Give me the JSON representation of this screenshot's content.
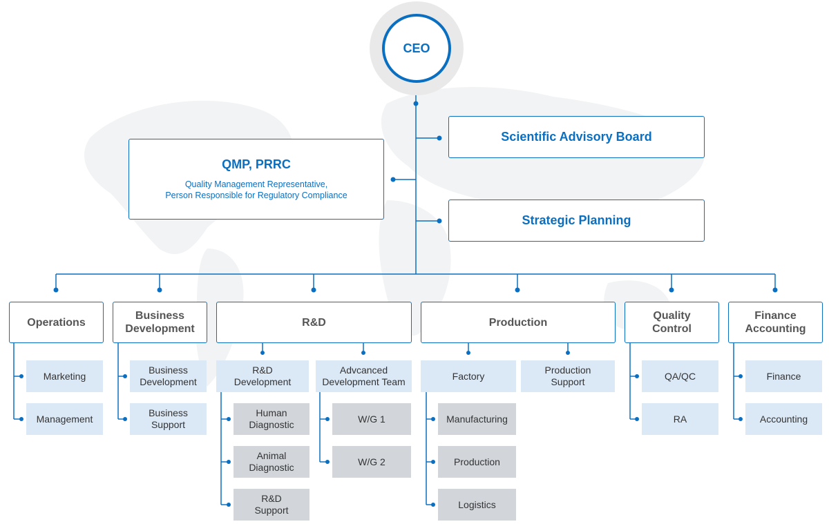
{
  "ceo": "CEO",
  "advisory": "Scientific Advisory Board",
  "strategic": "Strategic Planning",
  "qmp": {
    "title": "QMP, PRRC",
    "subtitle_line1": "Quality Management Representative,",
    "subtitle_line2": "Person Responsible for Regulatory Compliance"
  },
  "departments": [
    {
      "line1": "Operations",
      "line2": ""
    },
    {
      "line1": "Business",
      "line2": "Development"
    },
    {
      "line1": "R&D",
      "line2": ""
    },
    {
      "line1": "Production",
      "line2": ""
    },
    {
      "line1": "Quality",
      "line2": "Control"
    },
    {
      "line1": "Finance",
      "line2": "Accounting"
    }
  ],
  "operations_units": [
    "Marketing",
    "Management"
  ],
  "business_units": [
    {
      "line1": "Business",
      "line2": "Development"
    },
    {
      "line1": "Business",
      "line2": "Support"
    }
  ],
  "rnd_groups": [
    {
      "line1": "R&D",
      "line2": "Development"
    },
    {
      "line1": "Advcanced",
      "line2": "Development Team"
    }
  ],
  "rnd_dev_units": [
    {
      "line1": "Human",
      "line2": "Diagnostic"
    },
    {
      "line1": "Animal",
      "line2": "Diagnostic"
    },
    {
      "line1": "R&D",
      "line2": "Support"
    }
  ],
  "rnd_adv_units": [
    "W/G 1",
    "W/G 2"
  ],
  "production_groups": [
    {
      "line1": "Factory",
      "line2": ""
    },
    {
      "line1": "Production",
      "line2": "Support"
    }
  ],
  "factory_units": [
    "Manufacturing",
    "Production",
    "Logistics"
  ],
  "quality_units": [
    "QA/QC",
    "RA"
  ],
  "finance_units": [
    "Finance",
    "Accounting"
  ],
  "colors": {
    "accent": "#0a6fc1",
    "unit_blue": "#dbe8f6",
    "unit_gray": "#d2d6db",
    "ceo_ring": "#e9e9ea"
  }
}
